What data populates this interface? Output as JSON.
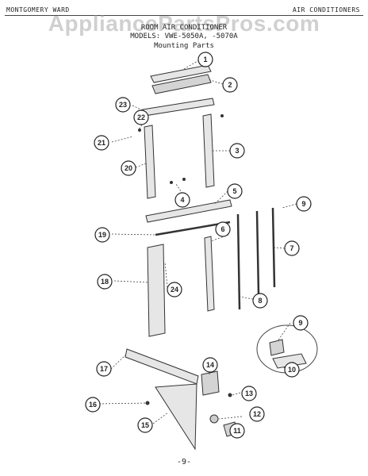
{
  "header": {
    "left": "MONTGOMERY WARD",
    "right": "AIR CONDITIONERS"
  },
  "watermark": "AppliancePartsPros.com",
  "title": {
    "line1": "ROOM AIR CONDITIONER",
    "line2": "MODELS: VWE-5050A, -5070A",
    "line3": "Mounting Parts"
  },
  "callouts": [
    "1",
    "2",
    "3",
    "4",
    "5",
    "6",
    "7",
    "8",
    "9",
    "9",
    "10",
    "11",
    "12",
    "13",
    "14",
    "15",
    "16",
    "17",
    "18",
    "19",
    "20",
    "21",
    "22",
    "23",
    "24"
  ],
  "page_mark": "-9-"
}
